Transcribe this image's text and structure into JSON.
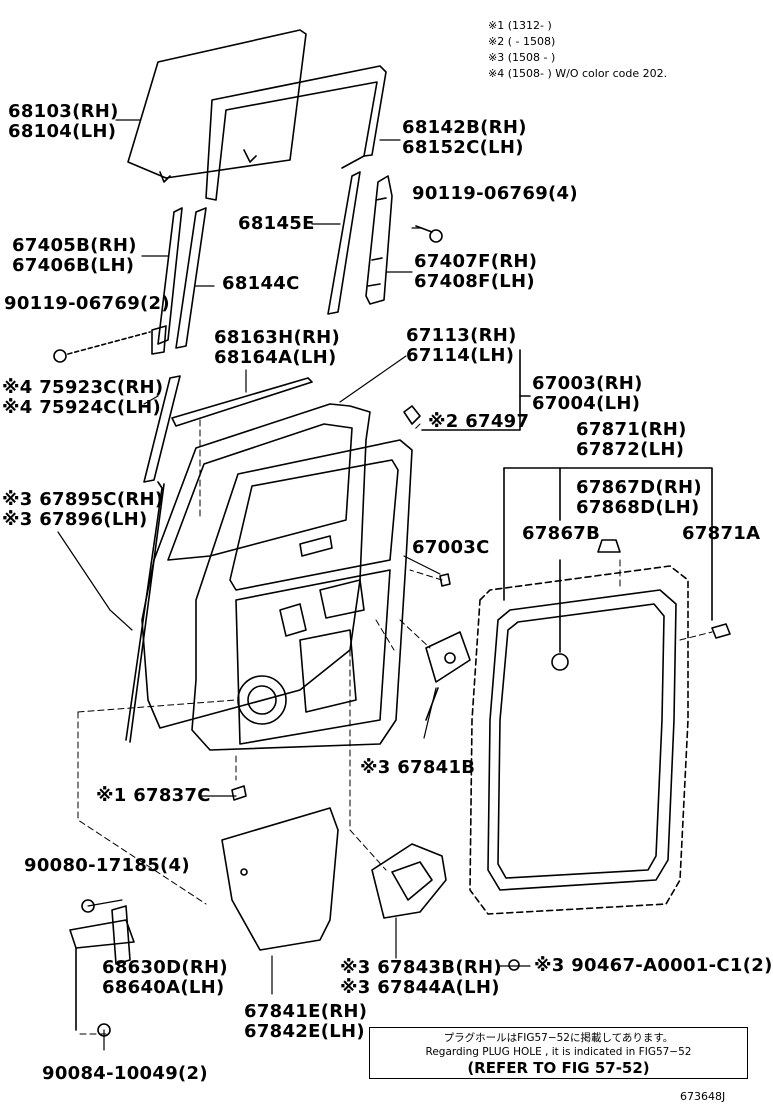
{
  "notes": [
    "※1 (1312-      )",
    "※2 (     - 1508)",
    "※3 (1508 -     )",
    "※4 (1508-      ) W/O color code 202."
  ],
  "labels": {
    "glass": [
      "68103(RH)",
      "68104(LH)"
    ],
    "run": [
      "68142B(RH)",
      "68152C(LH)"
    ],
    "bolt_a": [
      "90119-06769(4)"
    ],
    "channel_a": [
      "67405B(RH)",
      "67406B(LH)"
    ],
    "run_e": [
      "68145E"
    ],
    "channel_b": [
      "67407F(RH)",
      "67408F(LH)"
    ],
    "run_c": [
      "68144C"
    ],
    "bolt_b": [
      "90119-06769(2)"
    ],
    "weatherstrip_h": [
      "68163H(RH)",
      "68164A(LH)"
    ],
    "panel_113": [
      "67113(RH)",
      "67114(LH)"
    ],
    "moulding_923": [
      "※4 75923C(RH)",
      "※4 75924C(LH)"
    ],
    "door_003": [
      "67003(RH)",
      "67004(LH)"
    ],
    "bracket_497": [
      "※2 67497"
    ],
    "weather_871": [
      "67871(RH)",
      "67872(LH)"
    ],
    "seal_895": [
      "※3 67895C(RH)",
      "※3 67896(LH)"
    ],
    "seal_867d": [
      "67867D(RH)",
      "67868D(LH)"
    ],
    "plug_003c": [
      "67003C"
    ],
    "clip_867b": [
      "67867B"
    ],
    "clip_871a": [
      "67871A"
    ],
    "cover_841b": [
      "※3 67841B"
    ],
    "clip_837c": [
      "※1 67837C"
    ],
    "bolt_c": [
      "90080-17185(4)"
    ],
    "hinge": [
      "68630D(RH)",
      "68640A(LH)"
    ],
    "cover_843b": [
      "※3 67843B(RH)",
      "※3 67844A(LH)"
    ],
    "screw": [
      "※3 90467-A0001-C1(2)"
    ],
    "film": [
      "67841E(RH)",
      "67842E(LH)"
    ],
    "bolt_d": [
      "90084-10049(2)"
    ]
  },
  "reference_box": {
    "line1": "プラグホールはFIG57−52に掲載してあります。",
    "line2": "Regarding PLUG HOLE , it is indicated in FIG57−52",
    "line3": "(REFER TO FIG 57-52)"
  },
  "doc_id": "673648J"
}
